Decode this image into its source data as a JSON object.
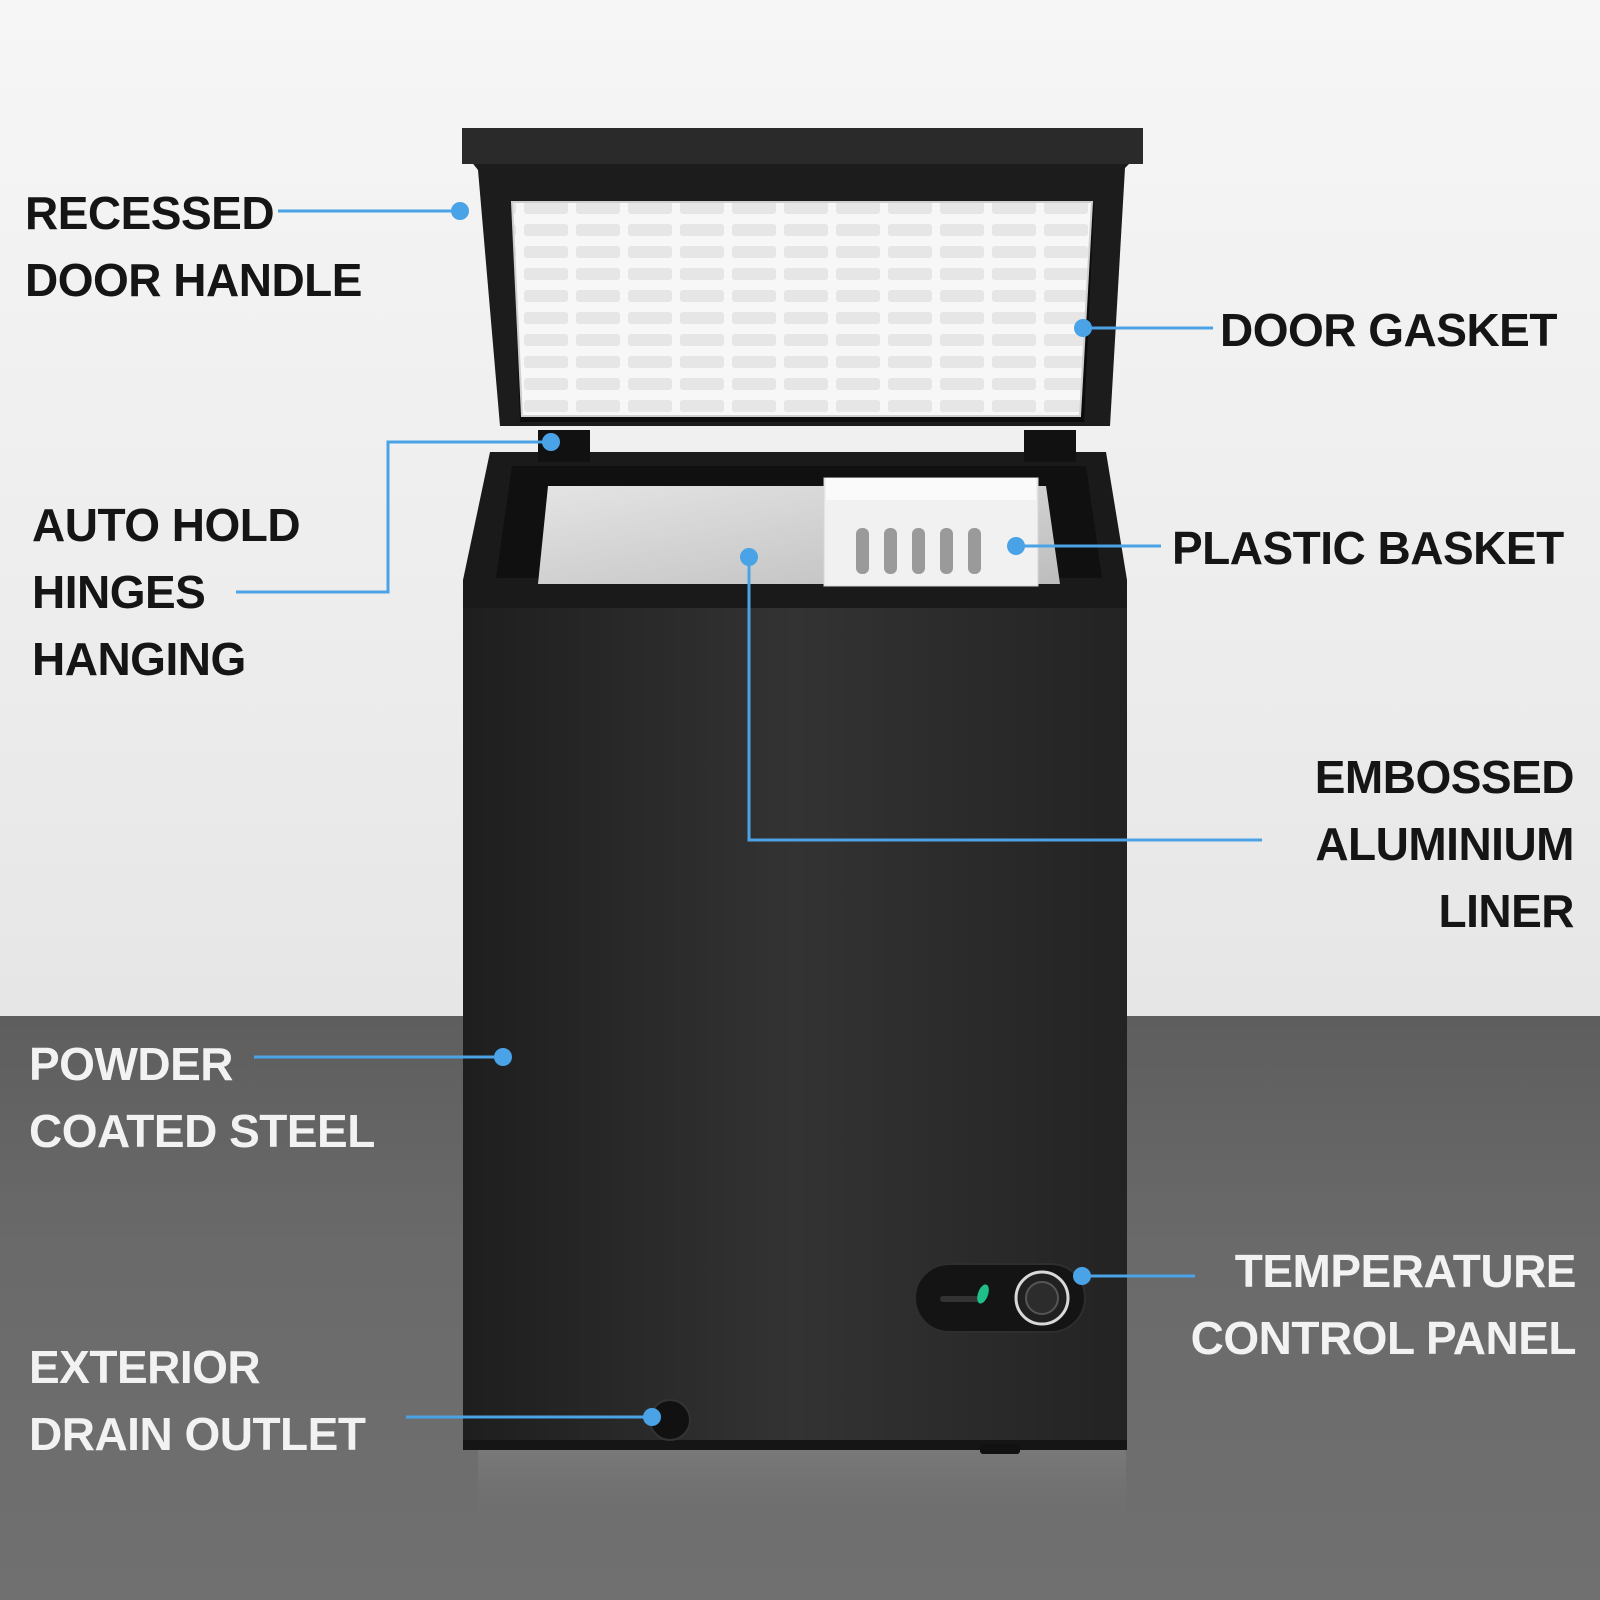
{
  "accent_color": "#4aa3e6",
  "product": {
    "body_color": "#2b2b2b",
    "liner_color": "#d8d8d8",
    "indicator_color": "#1fbf8a"
  },
  "callouts": [
    {
      "id": "recessed-door-handle",
      "lines": [
        "RECESSED",
        "DOOR HANDLE"
      ],
      "tone": "dark"
    },
    {
      "id": "door-gasket",
      "lines": [
        "DOOR GASKET"
      ],
      "tone": "dark"
    },
    {
      "id": "auto-hold-hinges",
      "lines": [
        "AUTO HOLD",
        "HINGES",
        "HANGING"
      ],
      "tone": "dark"
    },
    {
      "id": "plastic-basket",
      "lines": [
        "PLASTIC BASKET"
      ],
      "tone": "dark"
    },
    {
      "id": "embossed-aluminium-liner",
      "lines": [
        "EMBOSSED",
        "ALUMINIUM",
        "LINER"
      ],
      "tone": "dark"
    },
    {
      "id": "powder-coated-steel",
      "lines": [
        "POWDER",
        "COATED STEEL"
      ],
      "tone": "light"
    },
    {
      "id": "temperature-control-panel",
      "lines": [
        "TEMPERATURE",
        "CONTROL PANEL"
      ],
      "tone": "light"
    },
    {
      "id": "exterior-drain-outlet",
      "lines": [
        "EXTERIOR",
        "DRAIN OUTLET"
      ],
      "tone": "light"
    }
  ]
}
